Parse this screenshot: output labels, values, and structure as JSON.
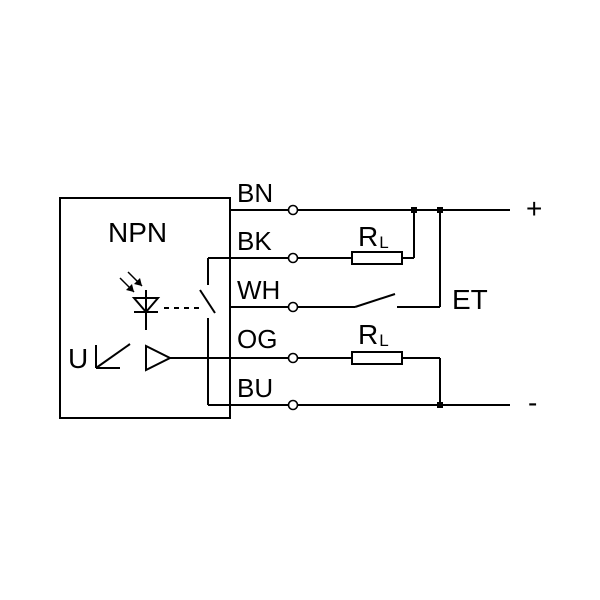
{
  "sensor": {
    "type_label": "NPN",
    "voltage_label": "U"
  },
  "wires": {
    "bn": "BN",
    "bk": "BK",
    "wh": "WH",
    "og": "OG",
    "bu": "BU"
  },
  "supply": {
    "plus": "+",
    "minus": "-"
  },
  "loads": {
    "rl_top": {
      "main": "R",
      "sub": "L"
    },
    "rl_bottom": {
      "main": "R",
      "sub": "L"
    }
  },
  "et_label": "ET"
}
